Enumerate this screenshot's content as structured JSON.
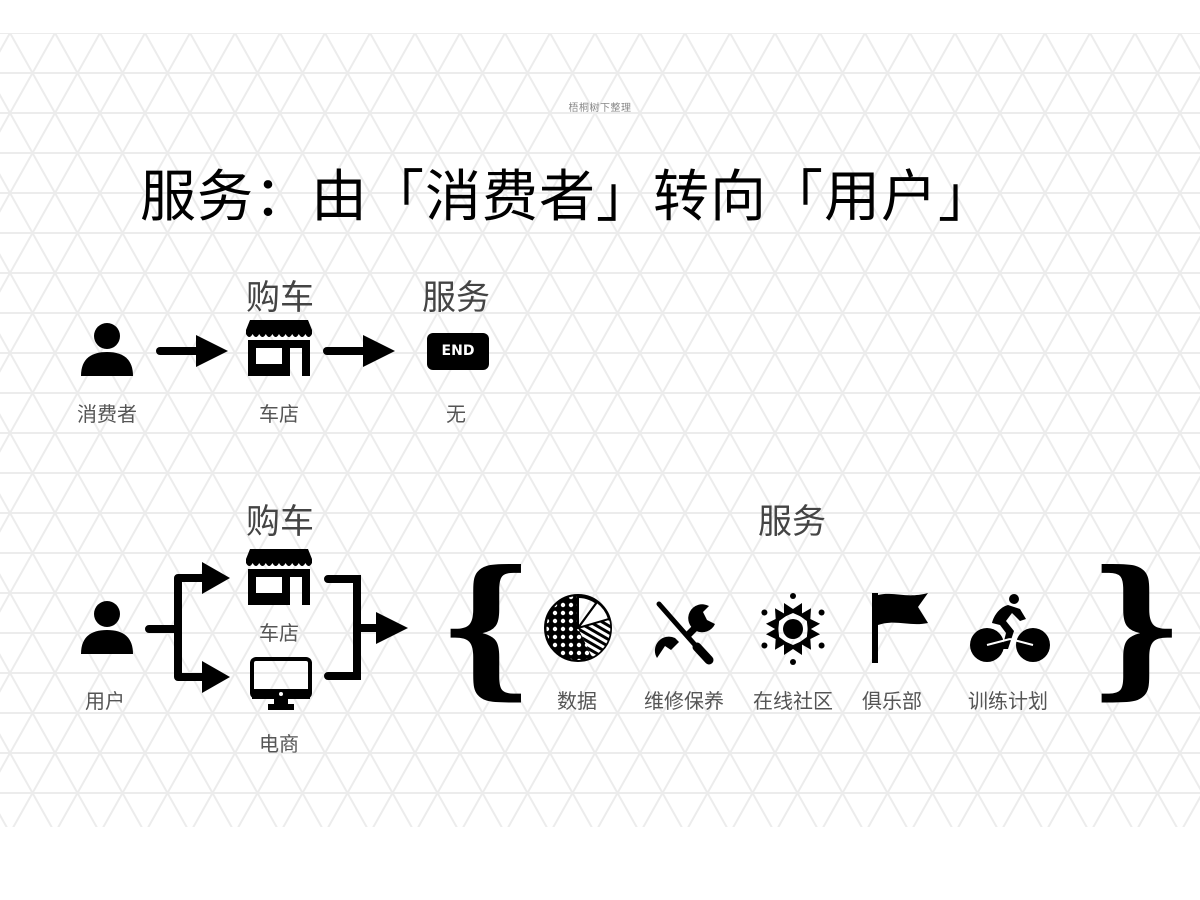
{
  "watermark": "梧桐树下整理",
  "title": "服务：由「消费者」转向「用户」",
  "top_flow": {
    "heading_purchase": "购车",
    "heading_service": "服务",
    "nodes": [
      {
        "label": "消费者",
        "icon": "person-icon"
      },
      {
        "label": "车店",
        "icon": "store-icon"
      },
      {
        "label": "无",
        "icon": "end-icon",
        "badge_text": "END"
      }
    ]
  },
  "bottom_flow": {
    "heading_purchase": "购车",
    "heading_service": "服务",
    "user": {
      "label": "用户",
      "icon": "person-icon"
    },
    "channels": [
      {
        "label": "车店",
        "icon": "store-icon"
      },
      {
        "label": "电商",
        "icon": "monitor-icon"
      }
    ],
    "services": [
      {
        "label": "数据",
        "icon": "pie-chart-icon"
      },
      {
        "label": "维修保养",
        "icon": "tools-icon"
      },
      {
        "label": "在线社区",
        "icon": "community-icon"
      },
      {
        "label": "俱乐部",
        "icon": "flag-icon"
      },
      {
        "label": "训练计划",
        "icon": "cyclist-icon"
      }
    ],
    "brace_open": "{",
    "brace_close": "}"
  },
  "colors": {
    "icon": "#000000",
    "heading_text": "#444444",
    "label_text": "#555555",
    "pattern_line": "#eeeeee"
  }
}
